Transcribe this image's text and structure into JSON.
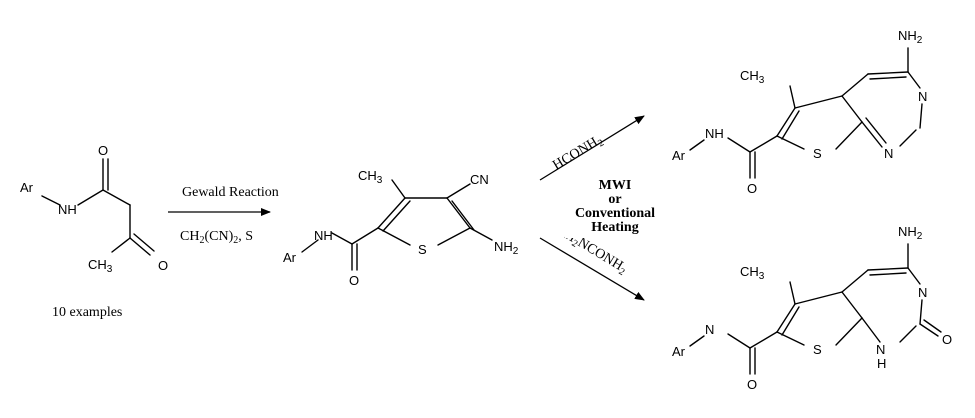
{
  "reactant": {
    "ar": "Ar",
    "nh": "NH",
    "ch3": "CH",
    "ch3_sub": "3",
    "o1": "O",
    "o2": "O",
    "examples": "10 examples"
  },
  "step1": {
    "name": "Gewald Reaction",
    "reagent_a": "CH",
    "reagent_a_sub": "2",
    "reagent_b": "(CN)",
    "reagent_b_sub": "2",
    "reagent_c": ", S"
  },
  "intermediate": {
    "ar": "Ar",
    "nh": "NH",
    "o": "O",
    "s": "S",
    "ch3": "CH",
    "ch3_sub": "3",
    "cn": "CN",
    "nh2": "NH",
    "nh2_sub": "2"
  },
  "step2": {
    "upper_reagent": "HCONH",
    "upper_reagent_sub": "2",
    "lower_h": "H",
    "lower_h_sub": "2",
    "lower_reagent": "NCONH",
    "lower_reagent_sub": "2",
    "condition_1": "MWI",
    "condition_2": "or",
    "condition_3": "Conventional",
    "condition_4": "Heating"
  },
  "product_top": {
    "ar": "Ar",
    "nh": "NH",
    "o": "O",
    "s": "S",
    "ch3": "CH",
    "ch3_sub": "3",
    "nh2": "NH",
    "nh2_sub": "2",
    "n1": "N",
    "n2": "N"
  },
  "product_bottom": {
    "ar": "Ar",
    "nh": "N",
    "o": "O",
    "o2": "O",
    "s": "S",
    "ch3": "CH",
    "ch3_sub": "3",
    "nh2": "NH",
    "nh2_sub": "2",
    "n1": "N",
    "nh_h": "H"
  }
}
